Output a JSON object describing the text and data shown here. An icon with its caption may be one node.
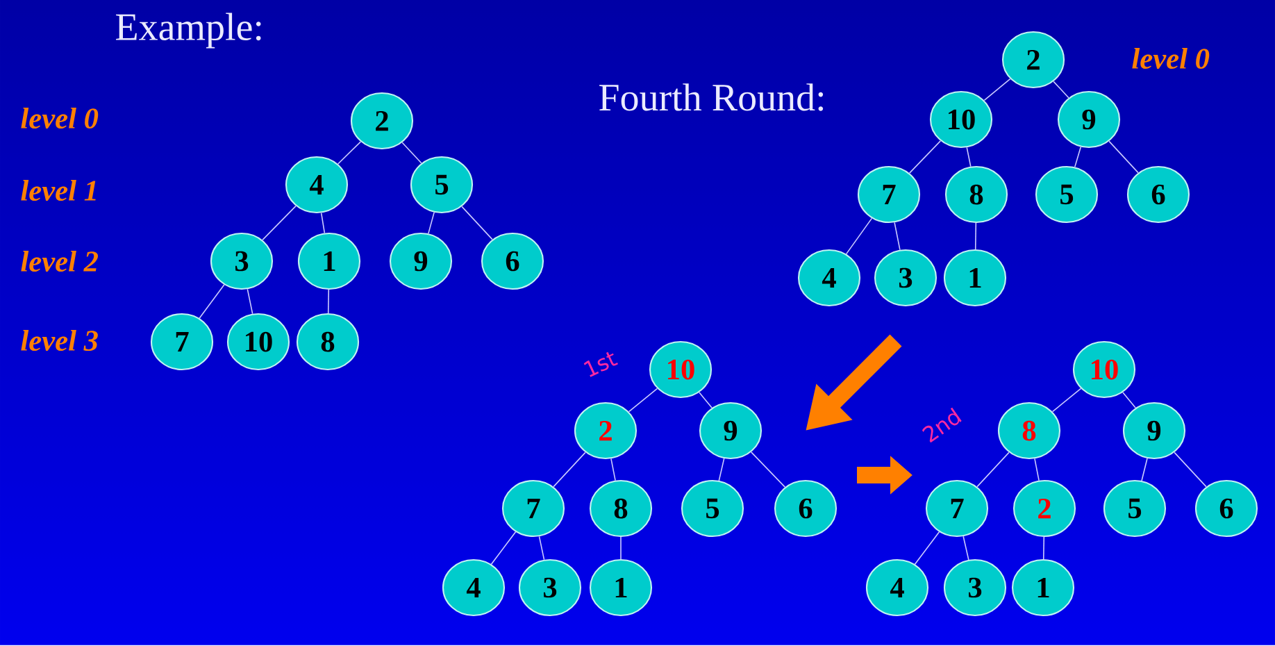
{
  "diagram": {
    "title": "Example:",
    "nodes": [
      {
        "text": [
          "2"
        ]
      },
      {
        "text": [
          "4"
        ]
      },
      {
        "text": [
          "5"
        ]
      },
      {
        "text": [
          "3"
        ]
      },
      {
        "text": [
          "1"
        ]
      },
      {
        "text": [
          "9"
        ]
      },
      {
        "text": [
          "6"
        ]
      },
      {
        "text": [
          "7"
        ]
      },
      {
        "text": [
          "10"
        ]
      },
      {
        "text": [
          "8"
        ]
      },
      {
        "text": [
          "2"
        ]
      },
      {
        "text": [
          "10"
        ]
      },
      {
        "text": [
          "9"
        ]
      },
      {
        "text": [
          "7"
        ]
      },
      {
        "text": [
          "8"
        ]
      },
      {
        "text": [
          "5"
        ]
      },
      {
        "text": [
          "6"
        ]
      },
      {
        "text": [
          "4"
        ]
      },
      {
        "text": [
          "3"
        ]
      },
      {
        "text": [
          "1"
        ]
      },
      {
        "text": [
          "10"
        ]
      },
      {
        "text": [
          "2"
        ]
      },
      {
        "text": [
          "9"
        ]
      },
      {
        "text": [
          "7"
        ]
      },
      {
        "text": [
          "8"
        ]
      },
      {
        "text": [
          "5"
        ]
      },
      {
        "text": [
          "6"
        ]
      },
      {
        "text": [
          "4"
        ]
      },
      {
        "text": [
          "3"
        ]
      },
      {
        "text": [
          "1"
        ]
      },
      {
        "text": [
          "10"
        ]
      },
      {
        "text": [
          "8"
        ]
      },
      {
        "text": [
          "9"
        ]
      },
      {
        "text": [
          "7"
        ]
      },
      {
        "text": [
          "2"
        ]
      },
      {
        "text": [
          "5"
        ]
      },
      {
        "text": [
          "6"
        ]
      },
      {
        "text": [
          "4"
        ]
      },
      {
        "text": [
          "3"
        ]
      },
      {
        "text": [
          "1"
        ]
      }
    ],
    "edges": [
      {
        "from": 0,
        "to": 1,
        "arrow": "none"
      },
      {
        "from": 0,
        "to": 2,
        "arrow": "none"
      },
      {
        "from": 1,
        "to": 3,
        "arrow": "none"
      },
      {
        "from": 1,
        "to": 4,
        "arrow": "none"
      },
      {
        "from": 2,
        "to": 5,
        "arrow": "none"
      },
      {
        "from": 2,
        "to": 6,
        "arrow": "none"
      },
      {
        "from": 3,
        "to": 7,
        "arrow": "none"
      },
      {
        "from": 3,
        "to": 8,
        "arrow": "none"
      },
      {
        "from": 4,
        "to": 9,
        "arrow": "none"
      },
      {
        "from": 10,
        "to": 11,
        "arrow": "none"
      },
      {
        "from": 10,
        "to": 12,
        "arrow": "none"
      },
      {
        "from": 11,
        "to": 13,
        "arrow": "none"
      },
      {
        "from": 11,
        "to": 14,
        "arrow": "none"
      },
      {
        "from": 12,
        "to": 15,
        "arrow": "none"
      },
      {
        "from": 12,
        "to": 16,
        "arrow": "none"
      },
      {
        "from": 13,
        "to": 17,
        "arrow": "none"
      },
      {
        "from": 13,
        "to": 18,
        "arrow": "none"
      },
      {
        "from": 14,
        "to": 19,
        "arrow": "none"
      },
      {
        "from": 20,
        "to": 21,
        "arrow": "none"
      },
      {
        "from": 20,
        "to": 22,
        "arrow": "none"
      },
      {
        "from": 21,
        "to": 23,
        "arrow": "none"
      },
      {
        "from": 21,
        "to": 24,
        "arrow": "none"
      },
      {
        "from": 22,
        "to": 25,
        "arrow": "none"
      },
      {
        "from": 22,
        "to": 26,
        "arrow": "none"
      },
      {
        "from": 23,
        "to": 27,
        "arrow": "none"
      },
      {
        "from": 23,
        "to": 28,
        "arrow": "none"
      },
      {
        "from": 24,
        "to": 29,
        "arrow": "none"
      },
      {
        "from": 30,
        "to": 31,
        "arrow": "none"
      },
      {
        "from": 30,
        "to": 32,
        "arrow": "none"
      },
      {
        "from": 31,
        "to": 33,
        "arrow": "none"
      },
      {
        "from": 31,
        "to": 34,
        "arrow": "none"
      },
      {
        "from": 32,
        "to": 35,
        "arrow": "none"
      },
      {
        "from": 32,
        "to": 36,
        "arrow": "none"
      },
      {
        "from": 33,
        "to": 37,
        "arrow": "none"
      },
      {
        "from": 33,
        "to": 38,
        "arrow": "none"
      },
      {
        "from": 34,
        "to": 39,
        "arrow": "none"
      }
    ],
    "labels": [
      "level 0",
      "level 1",
      "level 2",
      "level 3",
      "Fourth Round:",
      "level 0",
      "1st",
      "2nd"
    ]
  }
}
